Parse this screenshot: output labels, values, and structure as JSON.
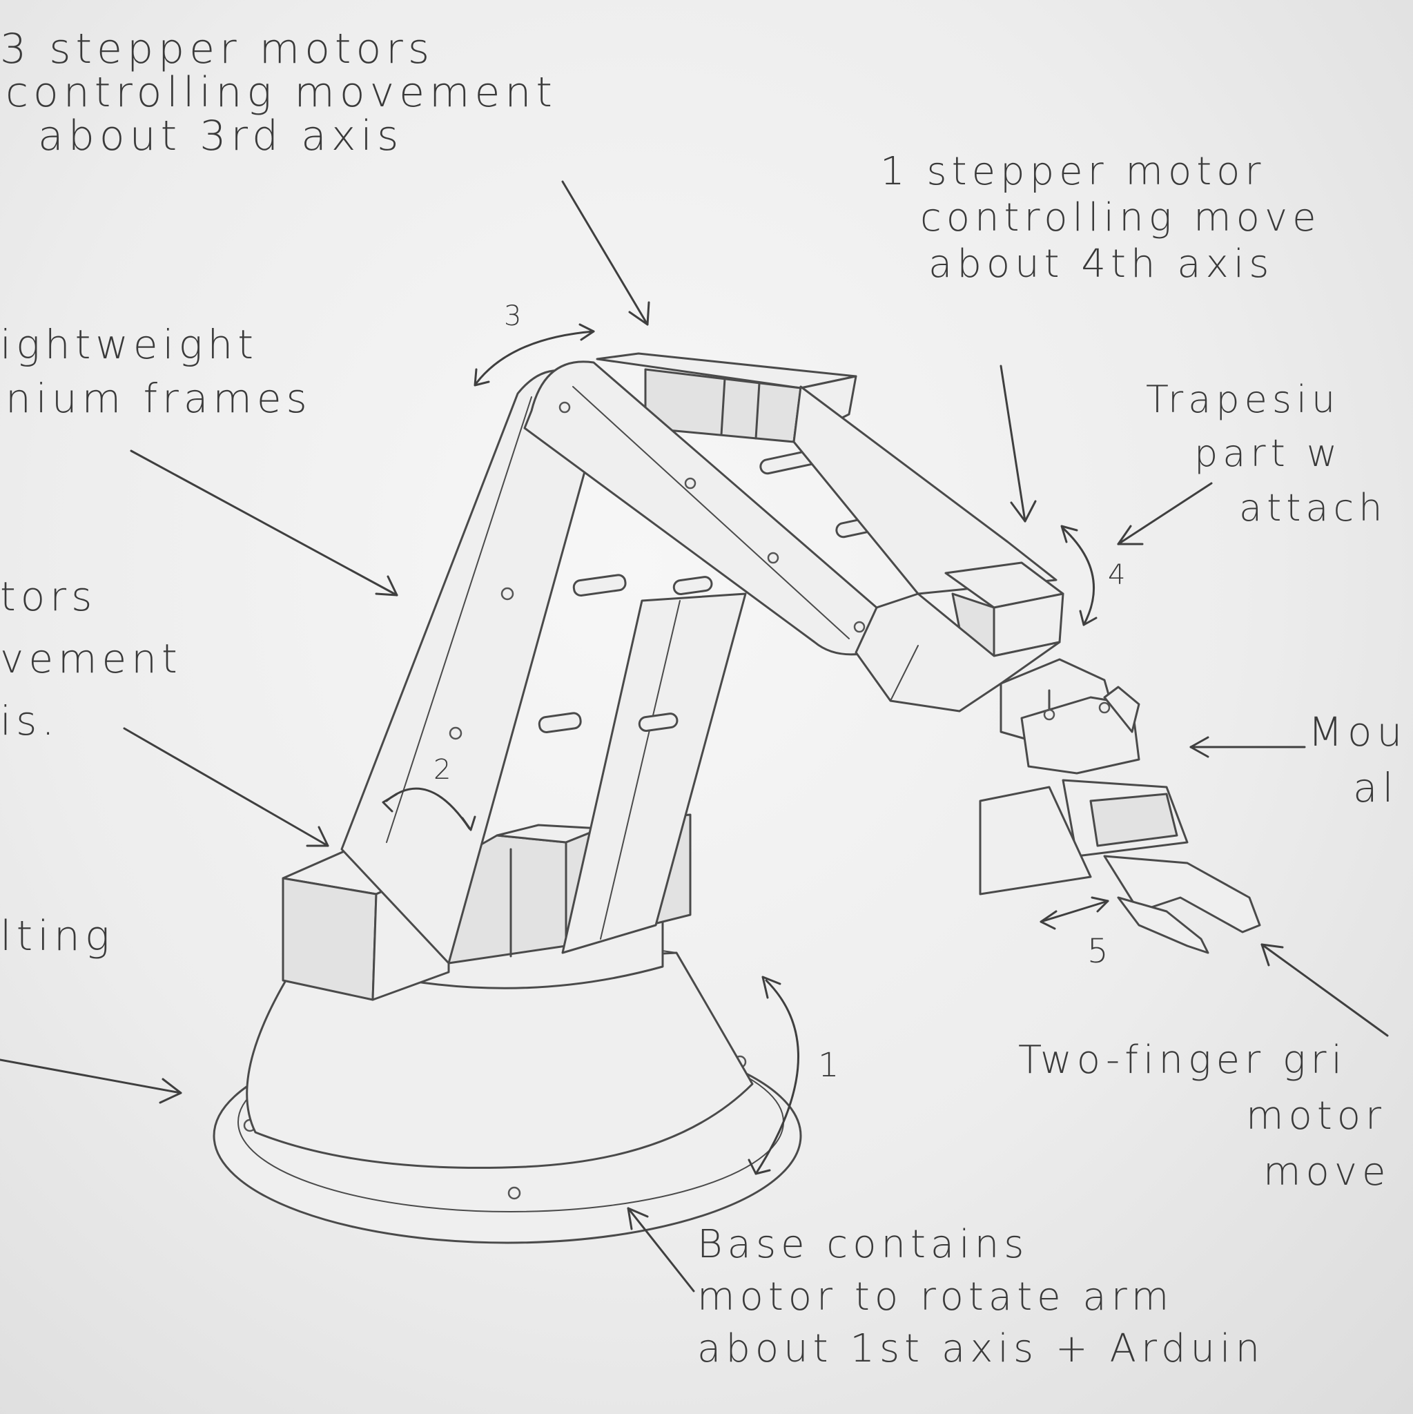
{
  "labels": {
    "stepper_3": [
      "3 stepper motors",
      "controlling movement",
      "about 3rd axis"
    ],
    "stepper_1": [
      "1 stepper motor",
      "controlling move",
      "about 4th axis"
    ],
    "lightweight": [
      "ightweight",
      "nium frames"
    ],
    "trapesium": [
      "Trapesiu",
      "part w",
      "attach"
    ],
    "motors_left": [
      "tors",
      "vement",
      "is."
    ],
    "mount": [
      "Mou",
      "al"
    ],
    "bolting": [
      "lting"
    ],
    "two_finger": [
      "Two-finger gri",
      "motor",
      "move"
    ],
    "base": [
      "Base contains",
      "motor to rotate arm",
      "about 1st axis + Arduin"
    ]
  },
  "axis_numbers": {
    "a1": "1",
    "a2": "2",
    "a3": "3",
    "a4": "4",
    "a5": "5"
  }
}
